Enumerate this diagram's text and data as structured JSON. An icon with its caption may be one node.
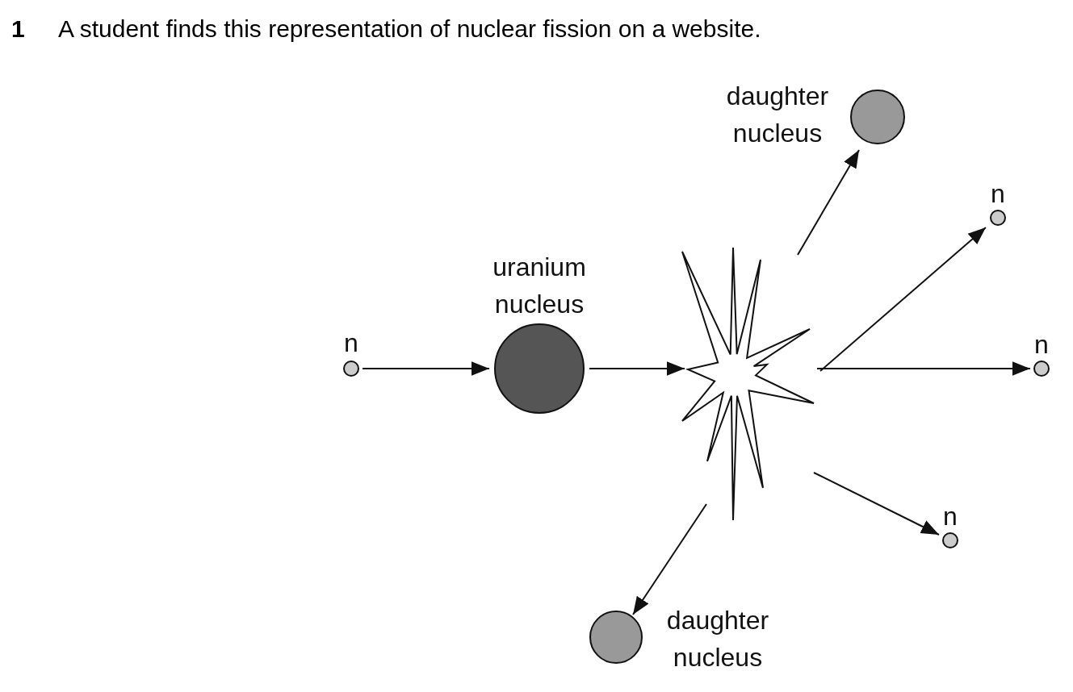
{
  "diagram": {
    "title": "A student finds this representation of nuclear fission on a website.",
    "nodes": [
      {
        "text": [
          "n"
        ]
      },
      {
        "text": [
          "uranium nucleus"
        ]
      },
      {
        "text": [],
        "shape": "star"
      },
      {
        "text": [
          "daughter nucleus"
        ]
      },
      {
        "text": [
          "n"
        ]
      },
      {
        "text": [
          "n"
        ]
      },
      {
        "text": [
          "n"
        ]
      },
      {
        "text": [
          "daughter nucleus"
        ]
      }
    ],
    "edges": [
      {
        "from": 0,
        "to": 1,
        "arrow": "to"
      },
      {
        "from": 1,
        "to": 2,
        "arrow": "to"
      },
      {
        "from": 2,
        "to": 3,
        "arrow": "to"
      },
      {
        "from": 2,
        "to": 4,
        "arrow": "to"
      },
      {
        "from": 2,
        "to": 5,
        "arrow": "to"
      },
      {
        "from": 2,
        "to": 6,
        "arrow": "to"
      },
      {
        "from": 2,
        "to": 7,
        "arrow": "to"
      }
    ],
    "labels": [
      "1"
    ]
  }
}
